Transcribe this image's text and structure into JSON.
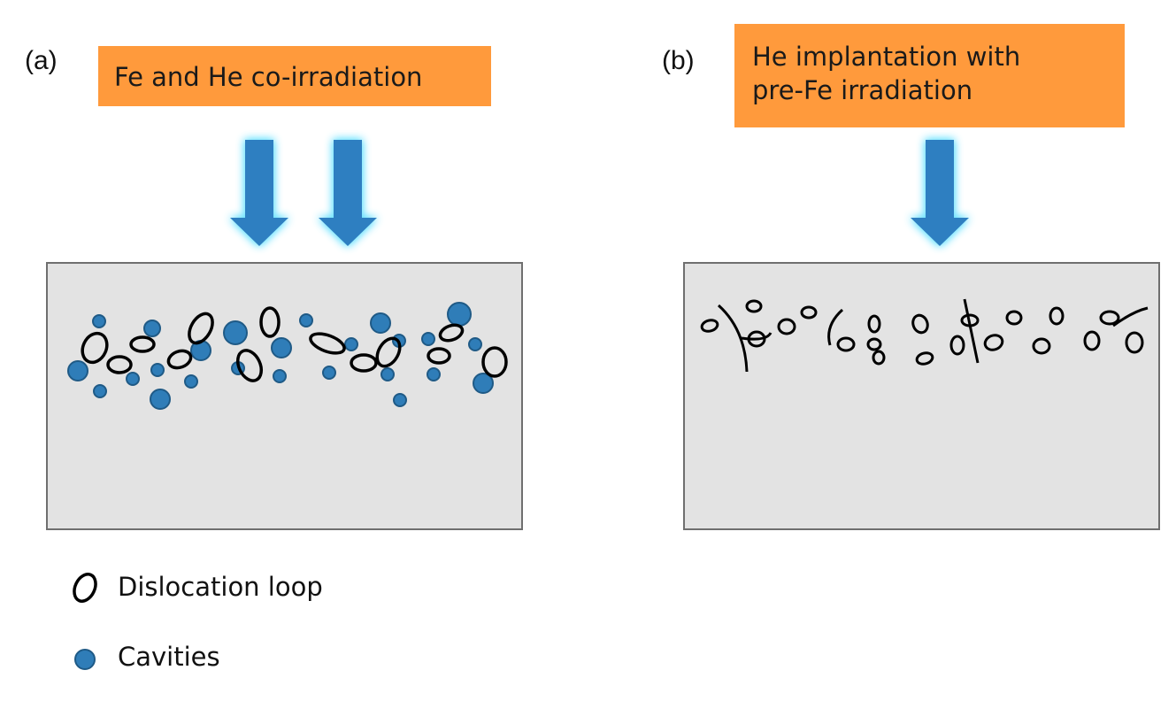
{
  "panels": [
    {
      "label": "(a)",
      "banner_lines": [
        "Fe and He co-irradiation"
      ],
      "arrow_count": 2
    },
    {
      "label": "(b)",
      "banner_lines": [
        "He implantation with",
        "pre-Fe irradiation"
      ],
      "arrow_count": 1
    }
  ],
  "legend": {
    "loop_label": "Dislocation loop",
    "cavity_label": "Cavities"
  },
  "colors": {
    "banner": "#FF9A3C",
    "arrow": "#2E7FC1",
    "arrow_glow": "#6FE3FF",
    "cavity": "#2F7DB8",
    "cavity_edge": "#1F5A86",
    "slab": "#E3E3E3",
    "slab_border": "#6F6F6F",
    "loop_stroke": "#000000"
  }
}
